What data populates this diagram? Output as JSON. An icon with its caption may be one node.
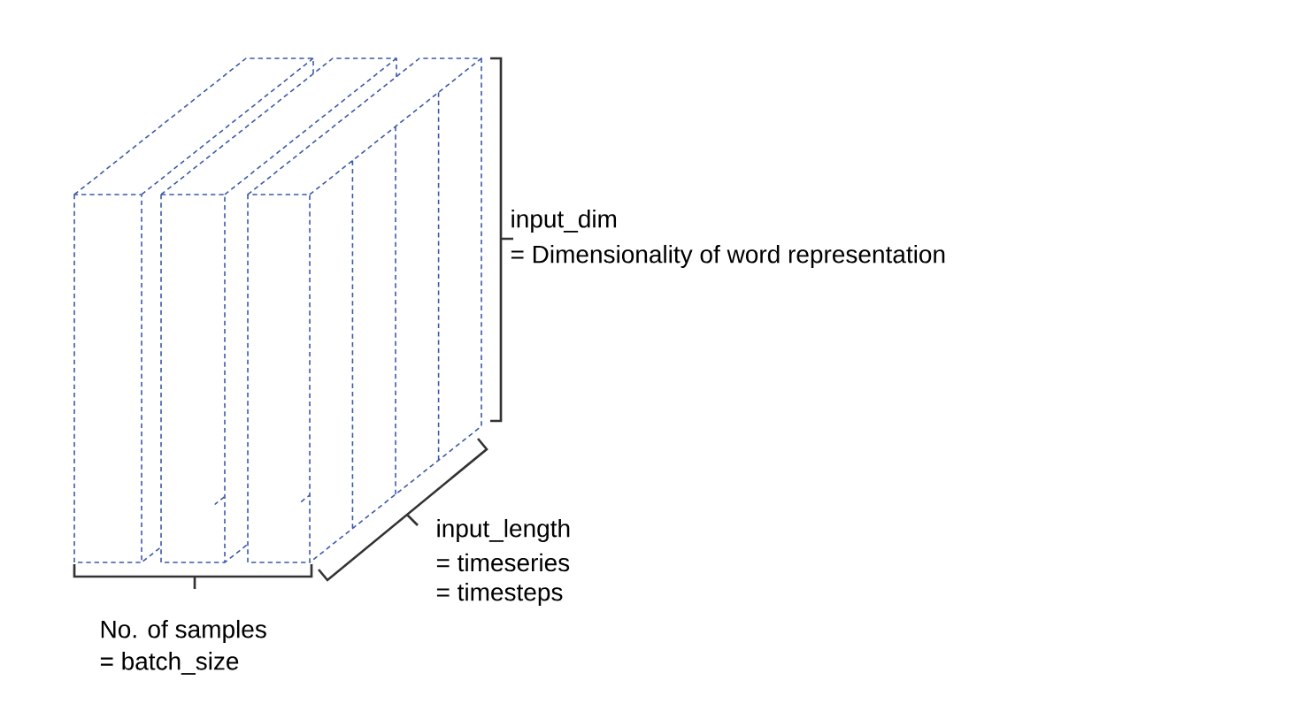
{
  "diagram": {
    "labels": [
      "input_dim",
      "= Dimensionality of word representation",
      "input_length",
      "= timeseries",
      "= timesteps",
      "No. of samples",
      "= batch_size"
    ]
  }
}
